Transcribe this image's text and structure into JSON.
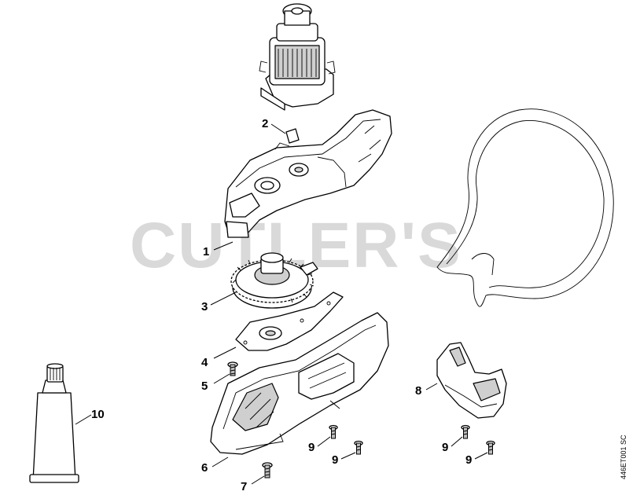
{
  "watermark": "CUTLER'S",
  "drawing_code": "446ET001 SC",
  "callouts": {
    "c1": "1",
    "c2": "2",
    "c3": "3",
    "c4": "4",
    "c5": "5",
    "c6": "6",
    "c7": "7",
    "c8": "8",
    "c9a": "9",
    "c9b": "9",
    "c9c": "9",
    "c9d": "9",
    "c10": "10"
  }
}
